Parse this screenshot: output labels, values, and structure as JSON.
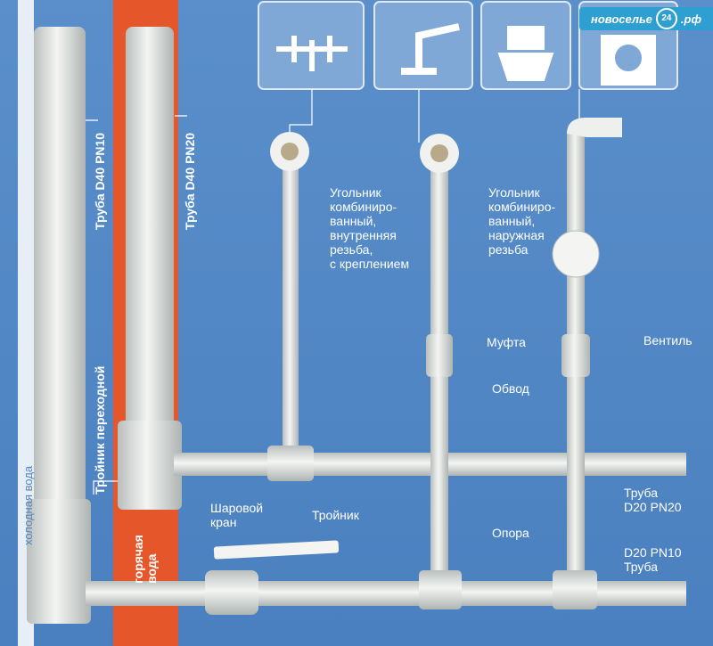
{
  "logo": {
    "prefix": "новоселье",
    "badge": "24",
    "suffix": ".рф"
  },
  "strips": {
    "cold": "холодная вода",
    "hot": "горячая вода"
  },
  "rotated_labels": {
    "pipe_pn10": "Труба  D40 PN10",
    "pipe_pn20": "Труба  D40 PN20",
    "reducing_tee": "Тройник переходной"
  },
  "labels": {
    "elbow_internal": "Угольник\nкомбиниро-\nванный,\nвнутренняя\nрезьба,\nс креплением",
    "elbow_external": "Угольник\nкомбиниро-\nванный,\nнаружная\nрезьба",
    "coupling": "Муфта",
    "bypass": "Обвод",
    "valve": "Вентиль",
    "ball_valve": "Шаровой\nкран",
    "tee": "Тройник",
    "support": "Опора",
    "pipe_d20_pn20": "Труба\nD20  PN20",
    "pipe_d20_pn10": "D20  PN10\nТруба"
  },
  "icons": [
    "bath-mixer-icon",
    "sink-faucet-icon",
    "toilet-icon",
    "washing-machine-icon"
  ],
  "colors": {
    "background": "#4f86c4",
    "hot": "#e5572a",
    "cold": "#e8eef6",
    "pipe": "#e6e9e6"
  }
}
